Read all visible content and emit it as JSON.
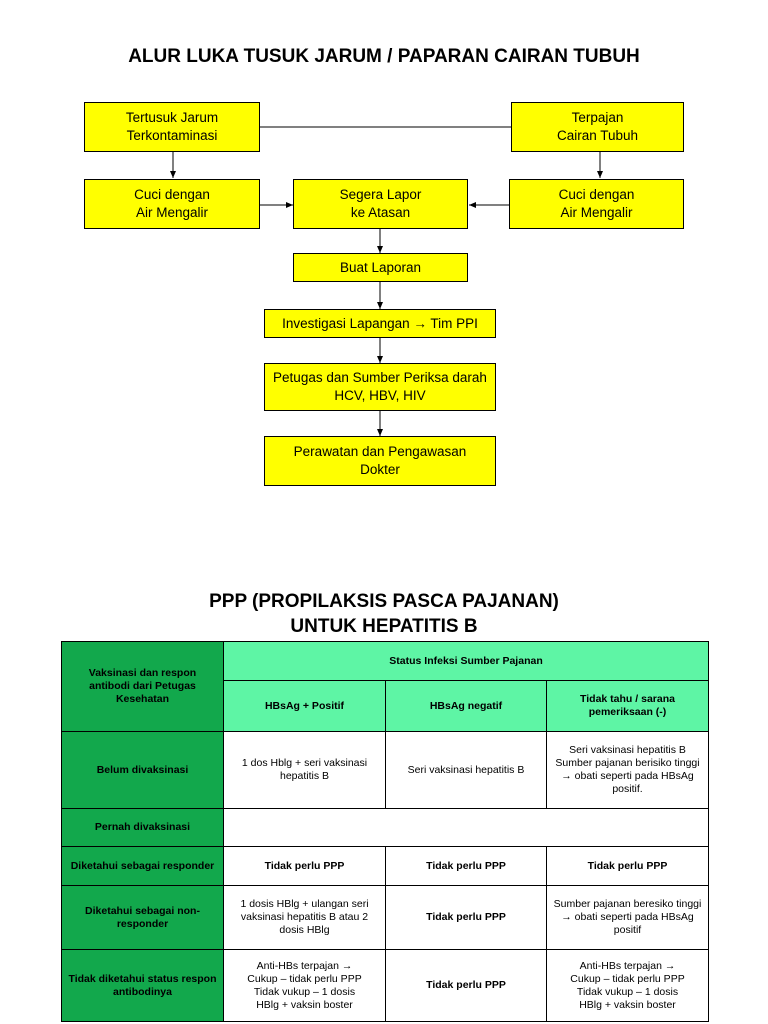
{
  "flow": {
    "title": "ALUR LUKA TUSUK JARUM / PAPARAN CAIRAN TUBUH",
    "box_tertusuk": "Tertusuk Jarum\nTerkontaminasi",
    "box_terpajan": "Terpajan\nCairan Tubuh",
    "box_cuci_left": "Cuci dengan\nAir Mengalir",
    "box_lapor": "Segera Lapor\nke Atasan",
    "box_cuci_right": "Cuci dengan\nAir Mengalir",
    "box_laporan": "Buat Laporan",
    "box_investigasi": "Investigasi Lapangan → Tim PPI",
    "box_periksa": "Petugas dan Sumber Periksa darah\nHCV, HBV, HIV",
    "box_perawatan": "Perawatan dan Pengawasan\nDokter"
  },
  "ppp": {
    "title_line1": "PPP (PROPILAKSIS PASCA PAJANAN)",
    "title_line2": "UNTUK HEPATITIS B",
    "corner_header": "Vaksinasi dan respon antibodi dari Petugas Kesehatan",
    "status_header": "Status Infeksi Sumber Pajanan",
    "col_positif": "HBsAg + Positif",
    "col_negatif": "HBsAg negatif",
    "col_tidak_tahu": "Tidak tahu / sarana pemeriksaan (-)",
    "rows": [
      {
        "label": "Belum divaksinasi",
        "c1": "1 dos Hblg + seri vaksinasi hepatitis B",
        "c2": "Seri vaksinasi hepatitis B",
        "c3": "Seri vaksinasi hepatitis B Sumber pajanan berisiko tinggi → obati seperti pada HBsAg positif."
      },
      {
        "label": "Pernah divaksinasi"
      },
      {
        "label": "Diketahui sebagai responder",
        "c1": "Tidak perlu PPP",
        "c2": "Tidak perlu PPP",
        "c3": "Tidak perlu PPP"
      },
      {
        "label": "Diketahui sebagai non-responder",
        "c1": "1 dosis HBlg + ulangan seri vaksinasi hepatitis B atau 2 dosis HBlg",
        "c2": "Tidak perlu PPP",
        "c3": "Sumber pajanan beresiko tinggi → obati seperti pada HBsAg positif"
      },
      {
        "label": "Tidak diketahui status respon antibodinya",
        "c1": "Anti-HBs terpajan →\nCukup – tidak perlu PPP\nTidak vukup – 1 dosis\nHBlg + vaksin boster",
        "c2": "Tidak perlu PPP",
        "c3": "Anti-HBs terpajan →\nCukup – tidak perlu PPP\nTidak vukup – 1 dosis\nHBlg + vaksin boster"
      }
    ]
  }
}
